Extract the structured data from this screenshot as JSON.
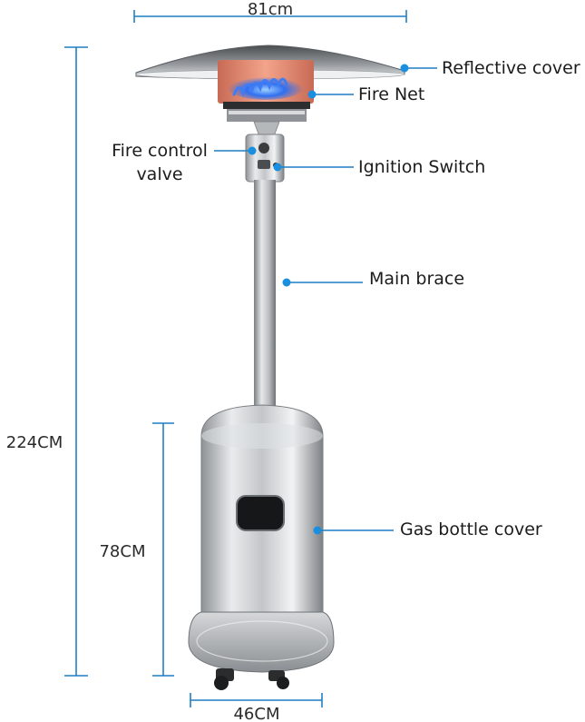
{
  "dimensions": {
    "top_width": "81cm",
    "total_height": "224CM",
    "cover_height": "78CM",
    "base_width": "46CM"
  },
  "callouts": {
    "reflective_cover": "Reflective cover",
    "fire_net": "Fire Net",
    "fire_control_valve_line1": "Fire control",
    "fire_control_valve_line2": "valve",
    "ignition_switch": "Ignition Switch",
    "main_brace": "Main brace",
    "gas_bottle_cover": "Gas bottle cover"
  },
  "colors": {
    "dimension_line": "#1f7fc4",
    "callout_dot": "#1a8fe0",
    "flame_glow": "#e8806a",
    "flame_blue": "#2f6ff0",
    "steel": "#b8bcc0"
  }
}
